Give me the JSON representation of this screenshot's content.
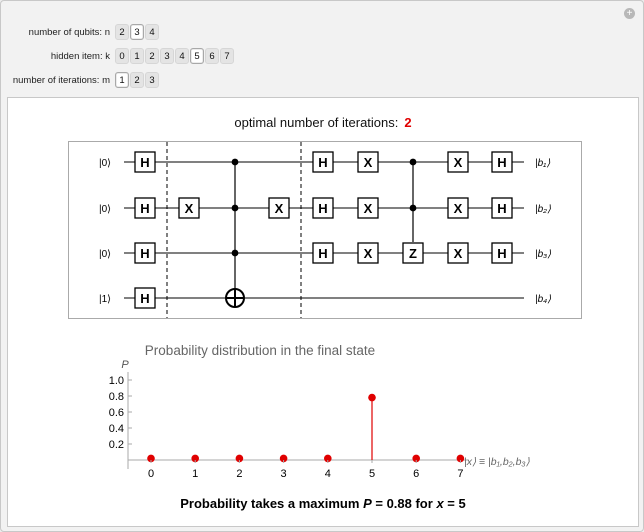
{
  "controls": [
    {
      "label": "number of qubits: n",
      "options": [
        "2",
        "3",
        "4"
      ],
      "selected": "3"
    },
    {
      "label": "hidden item: k",
      "options": [
        "0",
        "1",
        "2",
        "3",
        "4",
        "5",
        "6",
        "7"
      ],
      "selected": "5"
    },
    {
      "label": "number of iterations: m",
      "options": [
        "1",
        "2",
        "3"
      ],
      "selected": "1"
    }
  ],
  "header": {
    "plus_glyph": "+"
  },
  "optimal": {
    "label": "optimal number of iterations:",
    "value": "2"
  },
  "circuit": {
    "inputs": [
      "|0⟩",
      "|0⟩",
      "|0⟩",
      "|1⟩"
    ],
    "outputs": [
      "|b₁⟩",
      "|b₂⟩",
      "|b₃⟩",
      "|b₄⟩"
    ]
  },
  "chart_data": {
    "type": "stem",
    "title": "Probability distribution in the final state",
    "ylabel": "P",
    "xlabel": "|x⟩ ≡ |b₁,b₂,b₃⟩",
    "x": [
      0,
      1,
      2,
      3,
      4,
      5,
      6,
      7
    ],
    "values": [
      0.02,
      0.02,
      0.02,
      0.02,
      0.02,
      0.78,
      0.02,
      0.02
    ],
    "yticks": [
      "0.2",
      "0.4",
      "0.6",
      "0.8",
      "1.0"
    ],
    "ylim": [
      0,
      1.0
    ],
    "color": "#e00000"
  },
  "result": {
    "prefix": "Probability takes a maximum",
    "p_label": "P",
    "p_value": "= 0.88 for",
    "x_label": "x",
    "x_value": "= 5"
  }
}
